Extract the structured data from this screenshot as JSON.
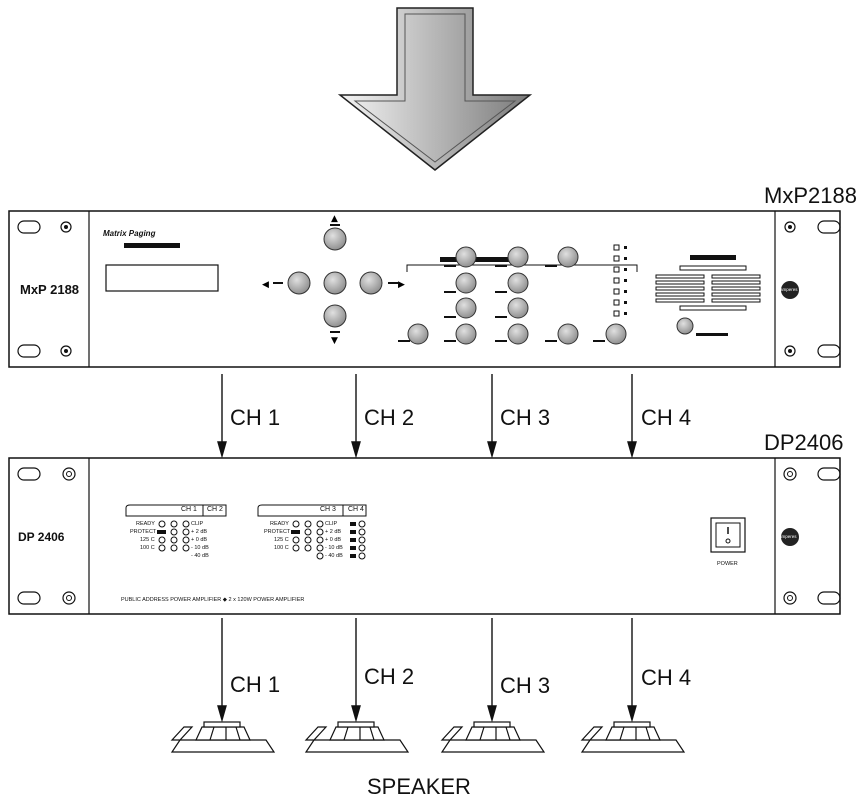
{
  "devices": {
    "top": {
      "caption": "MxP2188",
      "panel_model": "MxP 2188",
      "brand_text": "Matrix Paging",
      "logo_text": "amperes",
      "outputs": [
        "CH 1",
        "CH 2",
        "CH 3",
        "CH 4"
      ]
    },
    "bottom": {
      "caption": "DP2406",
      "panel_model": "DP 2406",
      "logo_text": "amperes",
      "power_label": "POWER",
      "footer_text": "PUBLIC ADDRESS POWER AMPLIFIER  ◆  2 x 120W POWER AMPLIFIER",
      "group_left": {
        "ch_a": "CH 1",
        "ch_b": "CH 2"
      },
      "group_right": {
        "ch_a": "CH 3",
        "ch_b": "CH 4"
      },
      "left_status": [
        "READY",
        "PROTECT",
        "125 C",
        "100 C"
      ],
      "left_meter": [
        "CLIP",
        "+ 2 dB",
        "+ 0 dB",
        "- 10 dB",
        "- 40 dB"
      ],
      "right_meter": [
        "CLIP",
        "+ 2 dB",
        "+ 0 dB",
        "- 10 dB",
        "- 40 dB"
      ],
      "outputs": [
        "CH 1",
        "CH 2",
        "CH 3",
        "CH 4"
      ]
    }
  },
  "speakers_label": "SPEAKER",
  "colors": {
    "arrow_light": "#e6e6e6",
    "arrow_dark": "#6e6e6e",
    "line": "#111111"
  }
}
